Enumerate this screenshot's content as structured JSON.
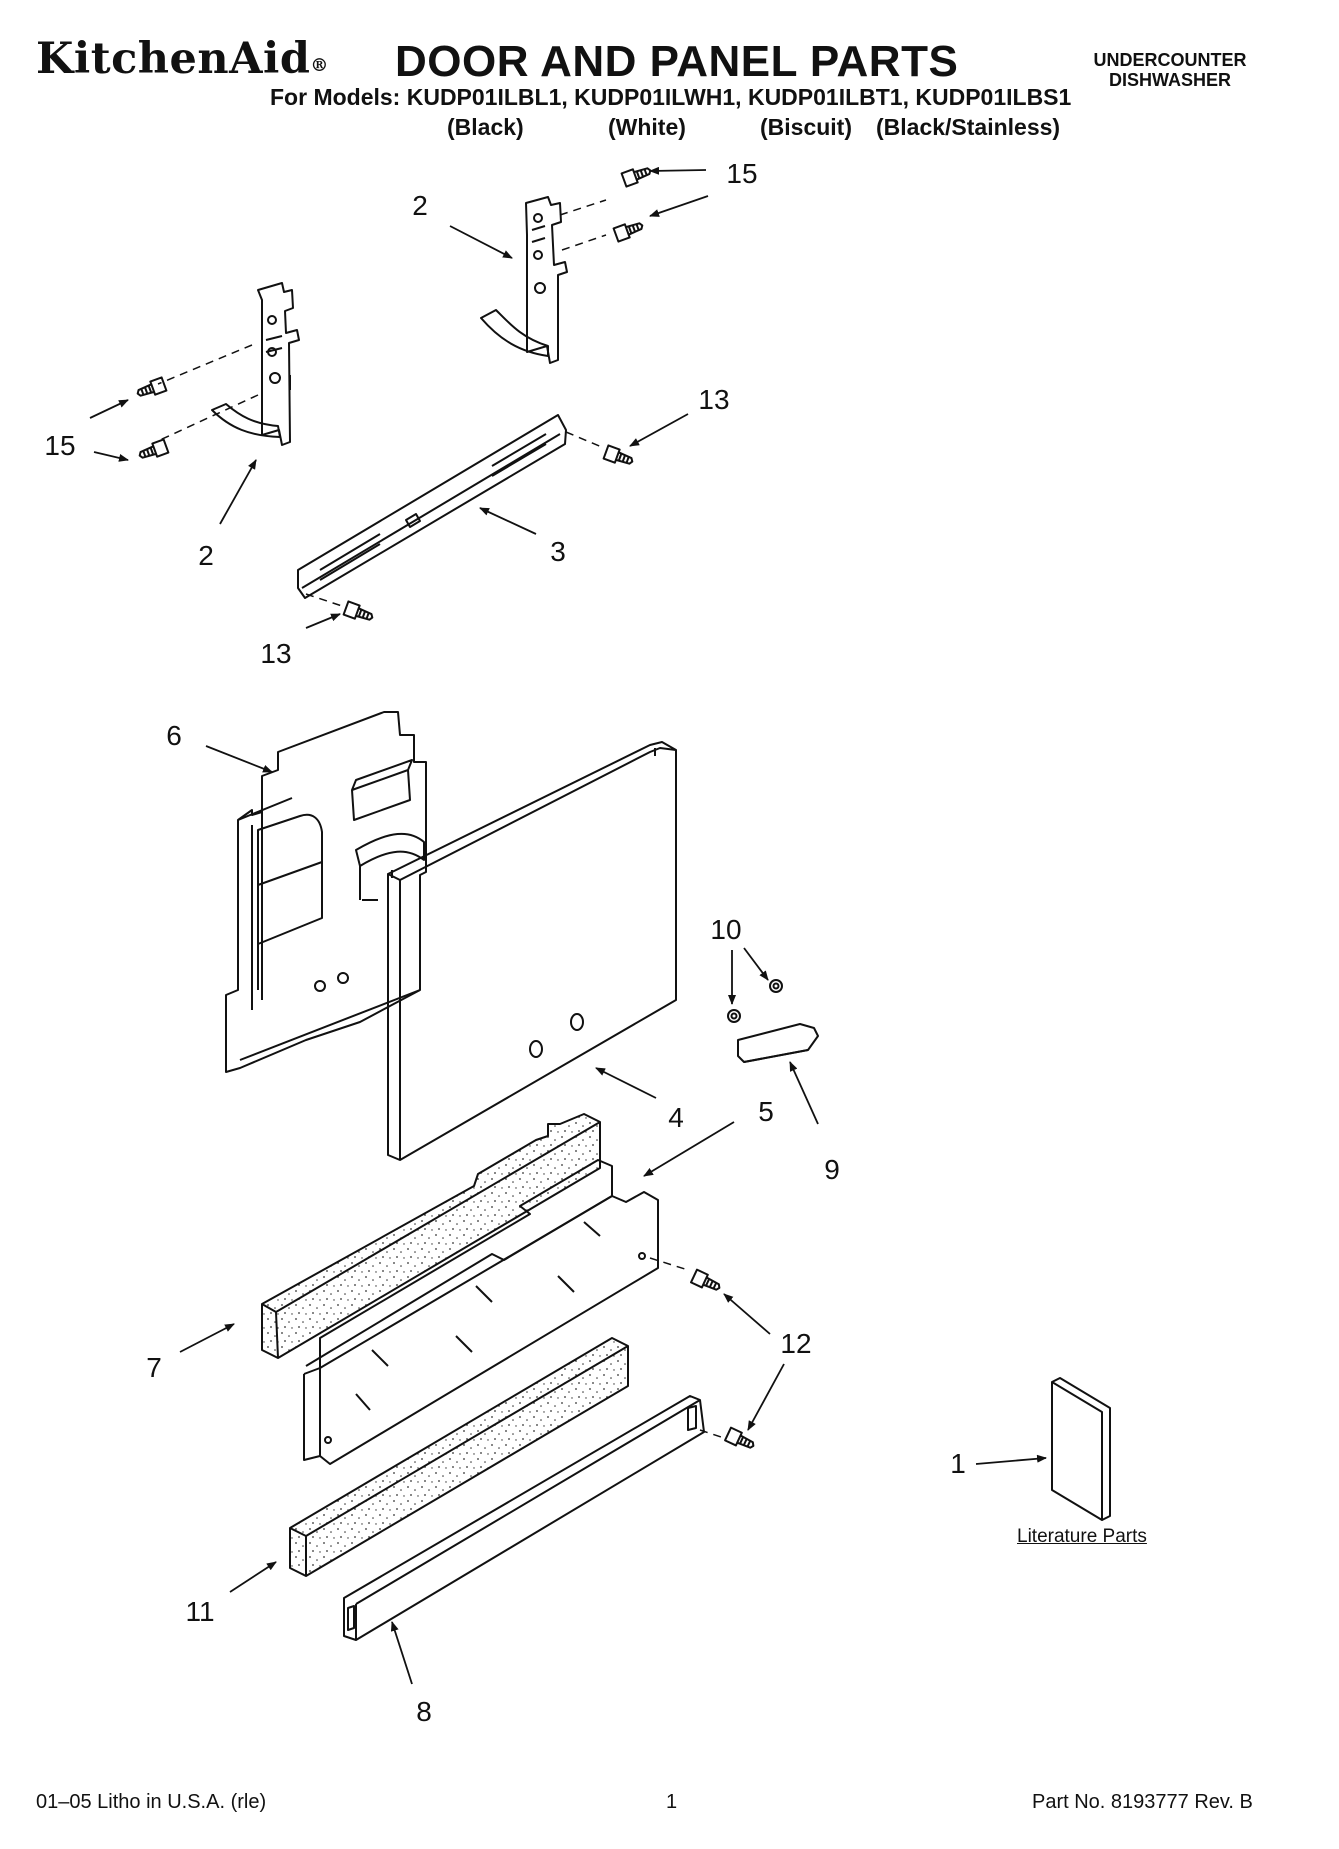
{
  "header": {
    "brand": "KitchenAid",
    "brand_mark": "®",
    "title": "DOOR AND PANEL PARTS",
    "product_type_line1": "UNDERCOUNTER",
    "product_type_line2": "DISHWASHER",
    "models_line": "For Models: KUDP01ILBL1, KUDP01ILWH1, KUDP01ILBT1, KUDP01ILBS1",
    "colors": [
      "(Black)",
      "(White)",
      "(Biscuit)",
      "(Black/Stainless)"
    ]
  },
  "callouts": {
    "c1": "1",
    "c2a": "2",
    "c2b": "2",
    "c3": "3",
    "c4": "4",
    "c5": "5",
    "c6": "6",
    "c7": "7",
    "c8": "8",
    "c9": "9",
    "c10": "10",
    "c11": "11",
    "c12": "12",
    "c13a": "13",
    "c13b": "13",
    "c15a": "15",
    "c15b": "15"
  },
  "literature_label": "Literature Parts",
  "footer": {
    "litho": "01–05 Litho in U.S.A. (rle)",
    "page": "1",
    "part_no": "Part No. 8193777 Rev. B"
  }
}
